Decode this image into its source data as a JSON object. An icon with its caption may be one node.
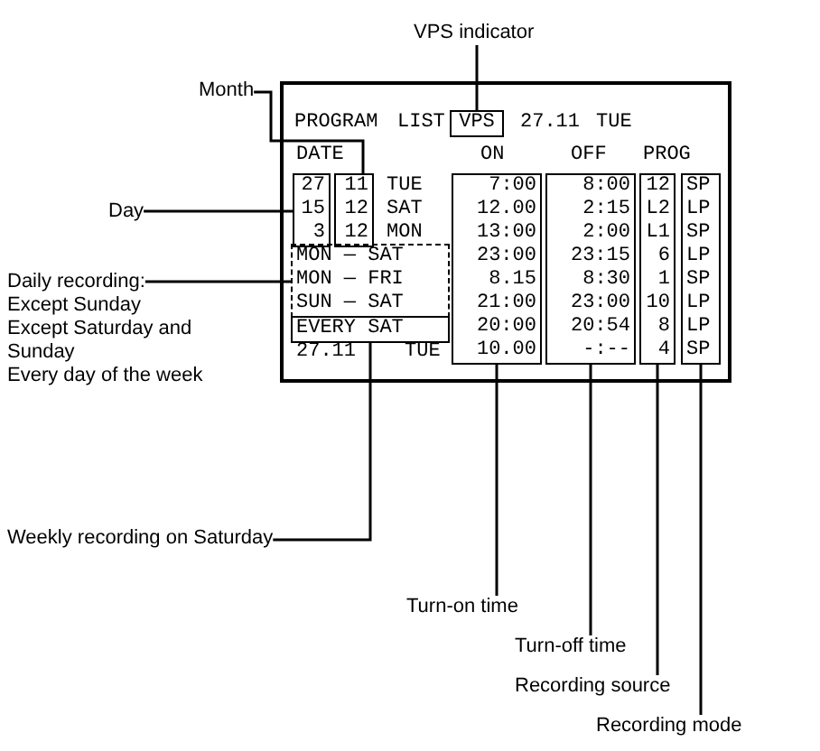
{
  "diagram": {
    "nodes": [
      {
        "text": [
          "VPS indicator"
        ]
      },
      {
        "text": [
          "Month"
        ]
      },
      {
        "text": [
          "Day"
        ]
      },
      {
        "text": [
          "Daily recording:",
          "Except Sunday",
          "Except Saturday and Sunday",
          "Every day of the week"
        ]
      },
      {
        "text": [
          "Weekly recording on Saturday"
        ]
      },
      {
        "text": [
          "Turn-on time"
        ]
      },
      {
        "text": [
          "Turn-off time"
        ]
      },
      {
        "text": [
          "Recording source"
        ]
      },
      {
        "text": [
          "Recording mode"
        ]
      },
      {
        "text": [
          "VPS"
        ]
      },
      {
        "text": [
          "11",
          "12",
          "12"
        ]
      },
      {
        "text": [
          "27",
          "15",
          "3"
        ]
      },
      {
        "text": [
          "MON — SAT",
          "MON — FRI",
          "SUN — SAT"
        ]
      },
      {
        "text": [
          "EVERY SAT"
        ]
      },
      {
        "text": [
          "7:00",
          "12.00",
          "13:00",
          "23:00",
          "8.15",
          "21:00",
          "20:00",
          "10.00"
        ]
      },
      {
        "text": [
          "8:00",
          "2:15",
          "2:00",
          "23:15",
          "8:30",
          "23:00",
          "20:54",
          "-:--"
        ]
      },
      {
        "text": [
          "12",
          "L2",
          "L1",
          "6",
          "1",
          "10",
          "8",
          "4"
        ]
      },
      {
        "text": [
          "SP",
          "LP",
          "SP",
          "LP",
          "SP",
          "LP",
          "LP",
          "SP"
        ]
      }
    ],
    "edges": [
      {
        "from": 0,
        "to": 9,
        "arrow": "none"
      },
      {
        "from": 1,
        "to": 10,
        "arrow": "none"
      },
      {
        "from": 2,
        "to": 11,
        "arrow": "none"
      },
      {
        "from": 3,
        "to": 12,
        "arrow": "none"
      },
      {
        "from": 4,
        "to": 13,
        "arrow": "none"
      },
      {
        "from": 5,
        "to": 14,
        "arrow": "none"
      },
      {
        "from": 6,
        "to": 15,
        "arrow": "none"
      },
      {
        "from": 7,
        "to": 16,
        "arrow": "none"
      },
      {
        "from": 8,
        "to": 17,
        "arrow": "none"
      }
    ],
    "labels": [
      "PROGRAM",
      "LIST",
      "27.11",
      "TUE",
      "DATE",
      "ON",
      "OFF",
      "PROG",
      "TUE",
      "SAT",
      "MON",
      "27.11",
      "TUE"
    ]
  }
}
